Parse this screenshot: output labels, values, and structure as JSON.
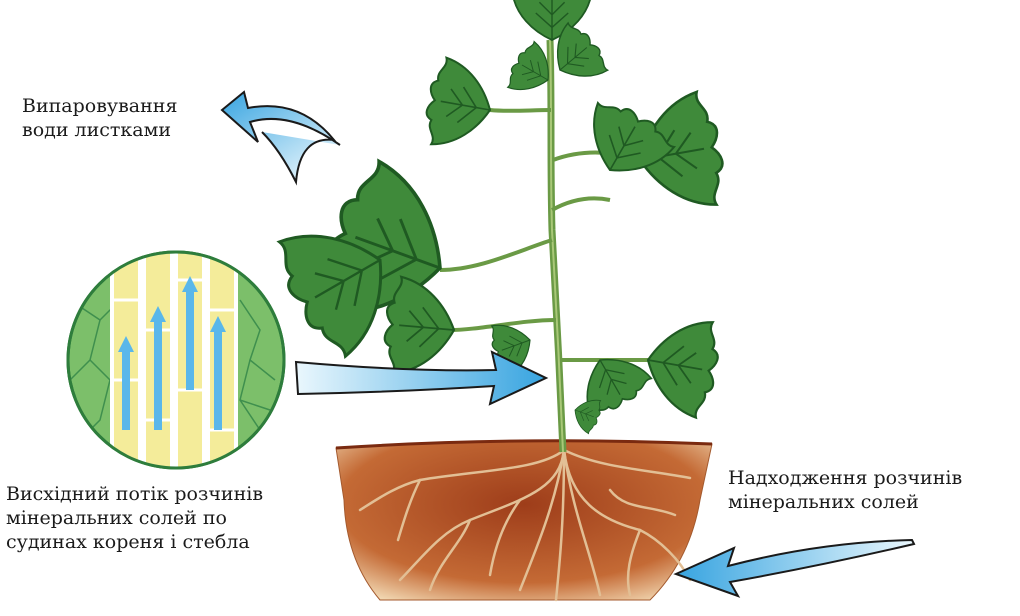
{
  "labels": {
    "transpiration": [
      "Випаровування",
      "води листками"
    ],
    "ascending_flow": [
      "Висхідний потік розчинів",
      "мінеральних солей по",
      "судинах кореня і стебла"
    ],
    "absorption": [
      "Надходження розчинів",
      "мінеральних солей"
    ]
  },
  "colors": {
    "arrow_light": "#e8f6fd",
    "arrow_dark": "#3aa9e3",
    "leaf": "#3f8a3a",
    "leaf_dark": "#1f5a22",
    "soil": "#b8582c",
    "root": "#d9b38a",
    "xylem_yellow": "#f4ec9a",
    "cell_green": "#7cbf6a"
  },
  "icons": [
    "plant-illustration",
    "soil-section",
    "magnified-stem-circle",
    "curved-arrow"
  ]
}
